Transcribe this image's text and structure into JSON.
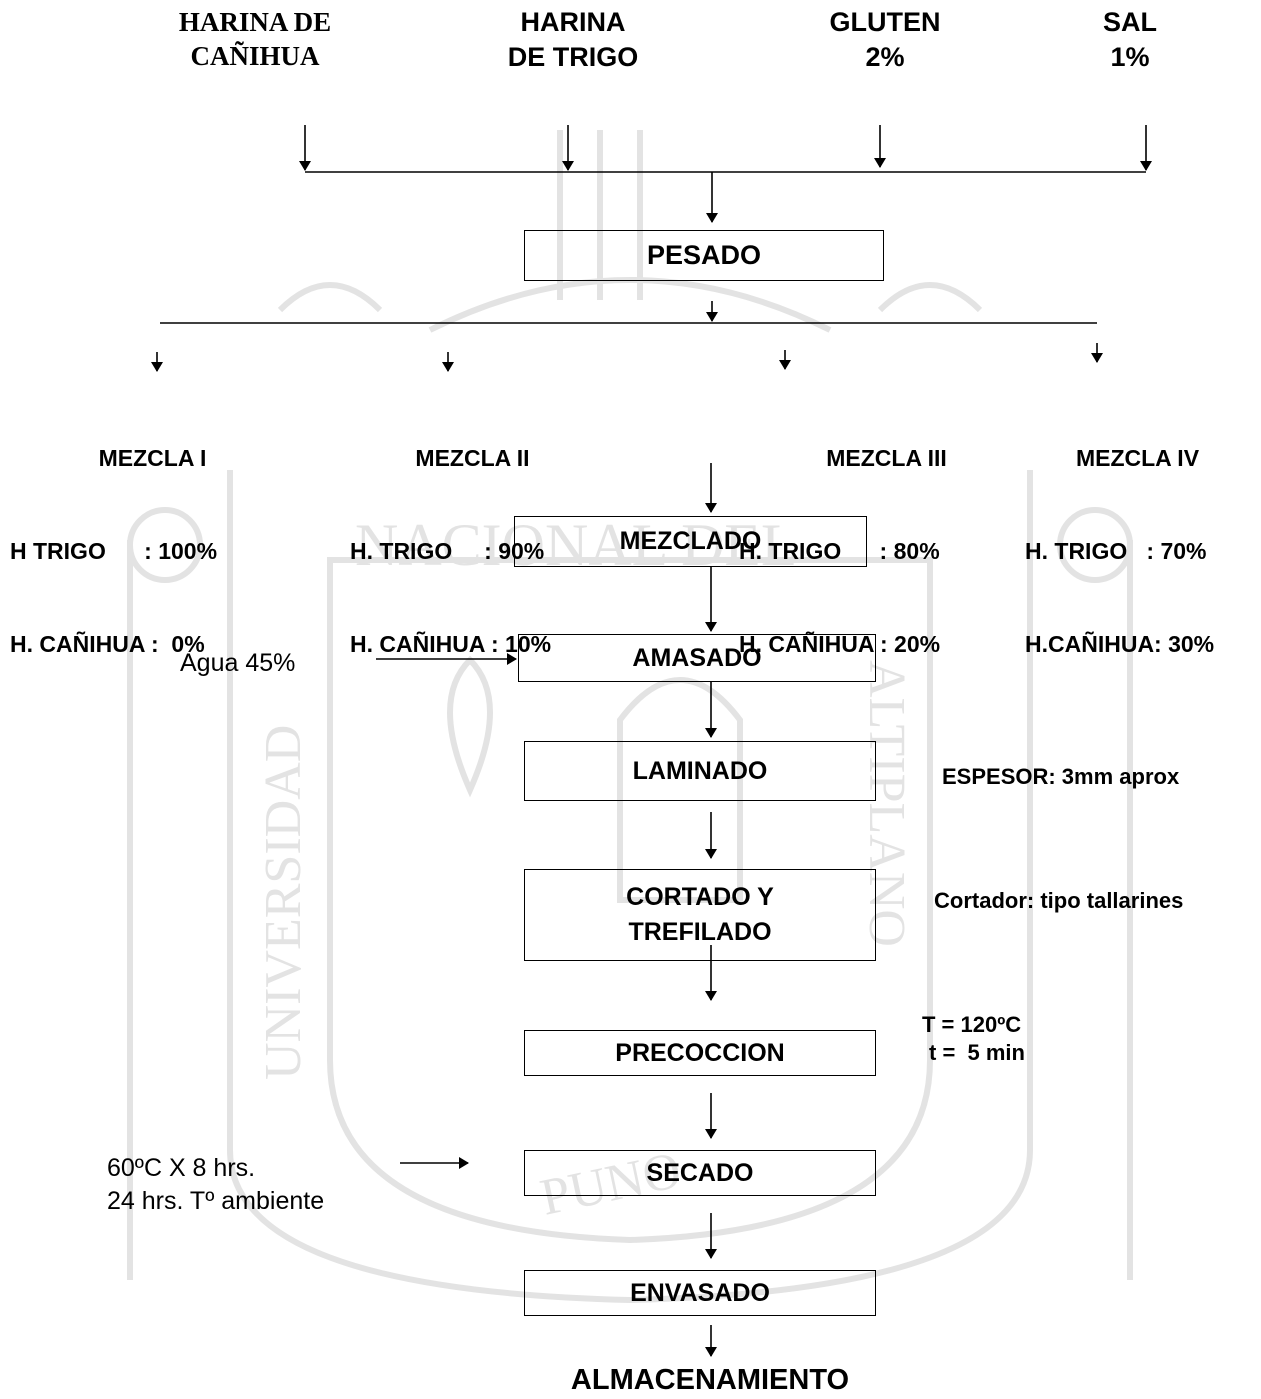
{
  "inputs": {
    "canihua": [
      "HARINA DE",
      "CAÑIHUA"
    ],
    "trigo": [
      "HARINA",
      "DE TRIGO"
    ],
    "gluten": [
      "GLUTEN",
      "2%"
    ],
    "sal": [
      "SAL",
      "1%"
    ]
  },
  "steps": {
    "pesado": "PESADO",
    "mezclado": "MEZCLADO",
    "amasado": "AMASADO",
    "laminado": "LAMINADO",
    "cortado": [
      "CORTADO Y",
      "TREFILADO"
    ],
    "precoccion": "PRECOCCION",
    "secado": "SECADO",
    "envasado": "ENVASADO",
    "almacenamiento": "ALMACENAMIENTO"
  },
  "mezclas": [
    {
      "title": "MEZCLA I",
      "line1": "H TRIGO      : 100%",
      "line2": "H. CAÑIHUA :  0%"
    },
    {
      "title": "MEZCLA II",
      "line1": "H. TRIGO     : 90%",
      "line2": "H. CAÑIHUA : 10%"
    },
    {
      "title": "MEZCLA III",
      "line1": "H. TRIGO      : 80%",
      "line2": "H. CAÑIHUA : 20%"
    },
    {
      "title": "MEZCLA IV",
      "line1": "H. TRIGO   : 70%",
      "line2": "H.CAÑIHUA: 30%"
    }
  ],
  "notes": {
    "agua": "Agua 45%",
    "espesor": "ESPESOR: 3mm aprox",
    "cortador": "Cortador: tipo tallarines",
    "temperatura": "T = 120ºC",
    "tiempo": "t =  5 min",
    "secado1": "60ºC X 8 hrs.",
    "secado2": "24 hrs. Tº ambiente"
  },
  "watermark": {
    "text_top": "NACIONAL DEL",
    "text_left": "UNIVERSIDAD",
    "text_right": "ALTIPLANO",
    "text_bottom": "PUNO",
    "color": "#e3e3e3"
  }
}
